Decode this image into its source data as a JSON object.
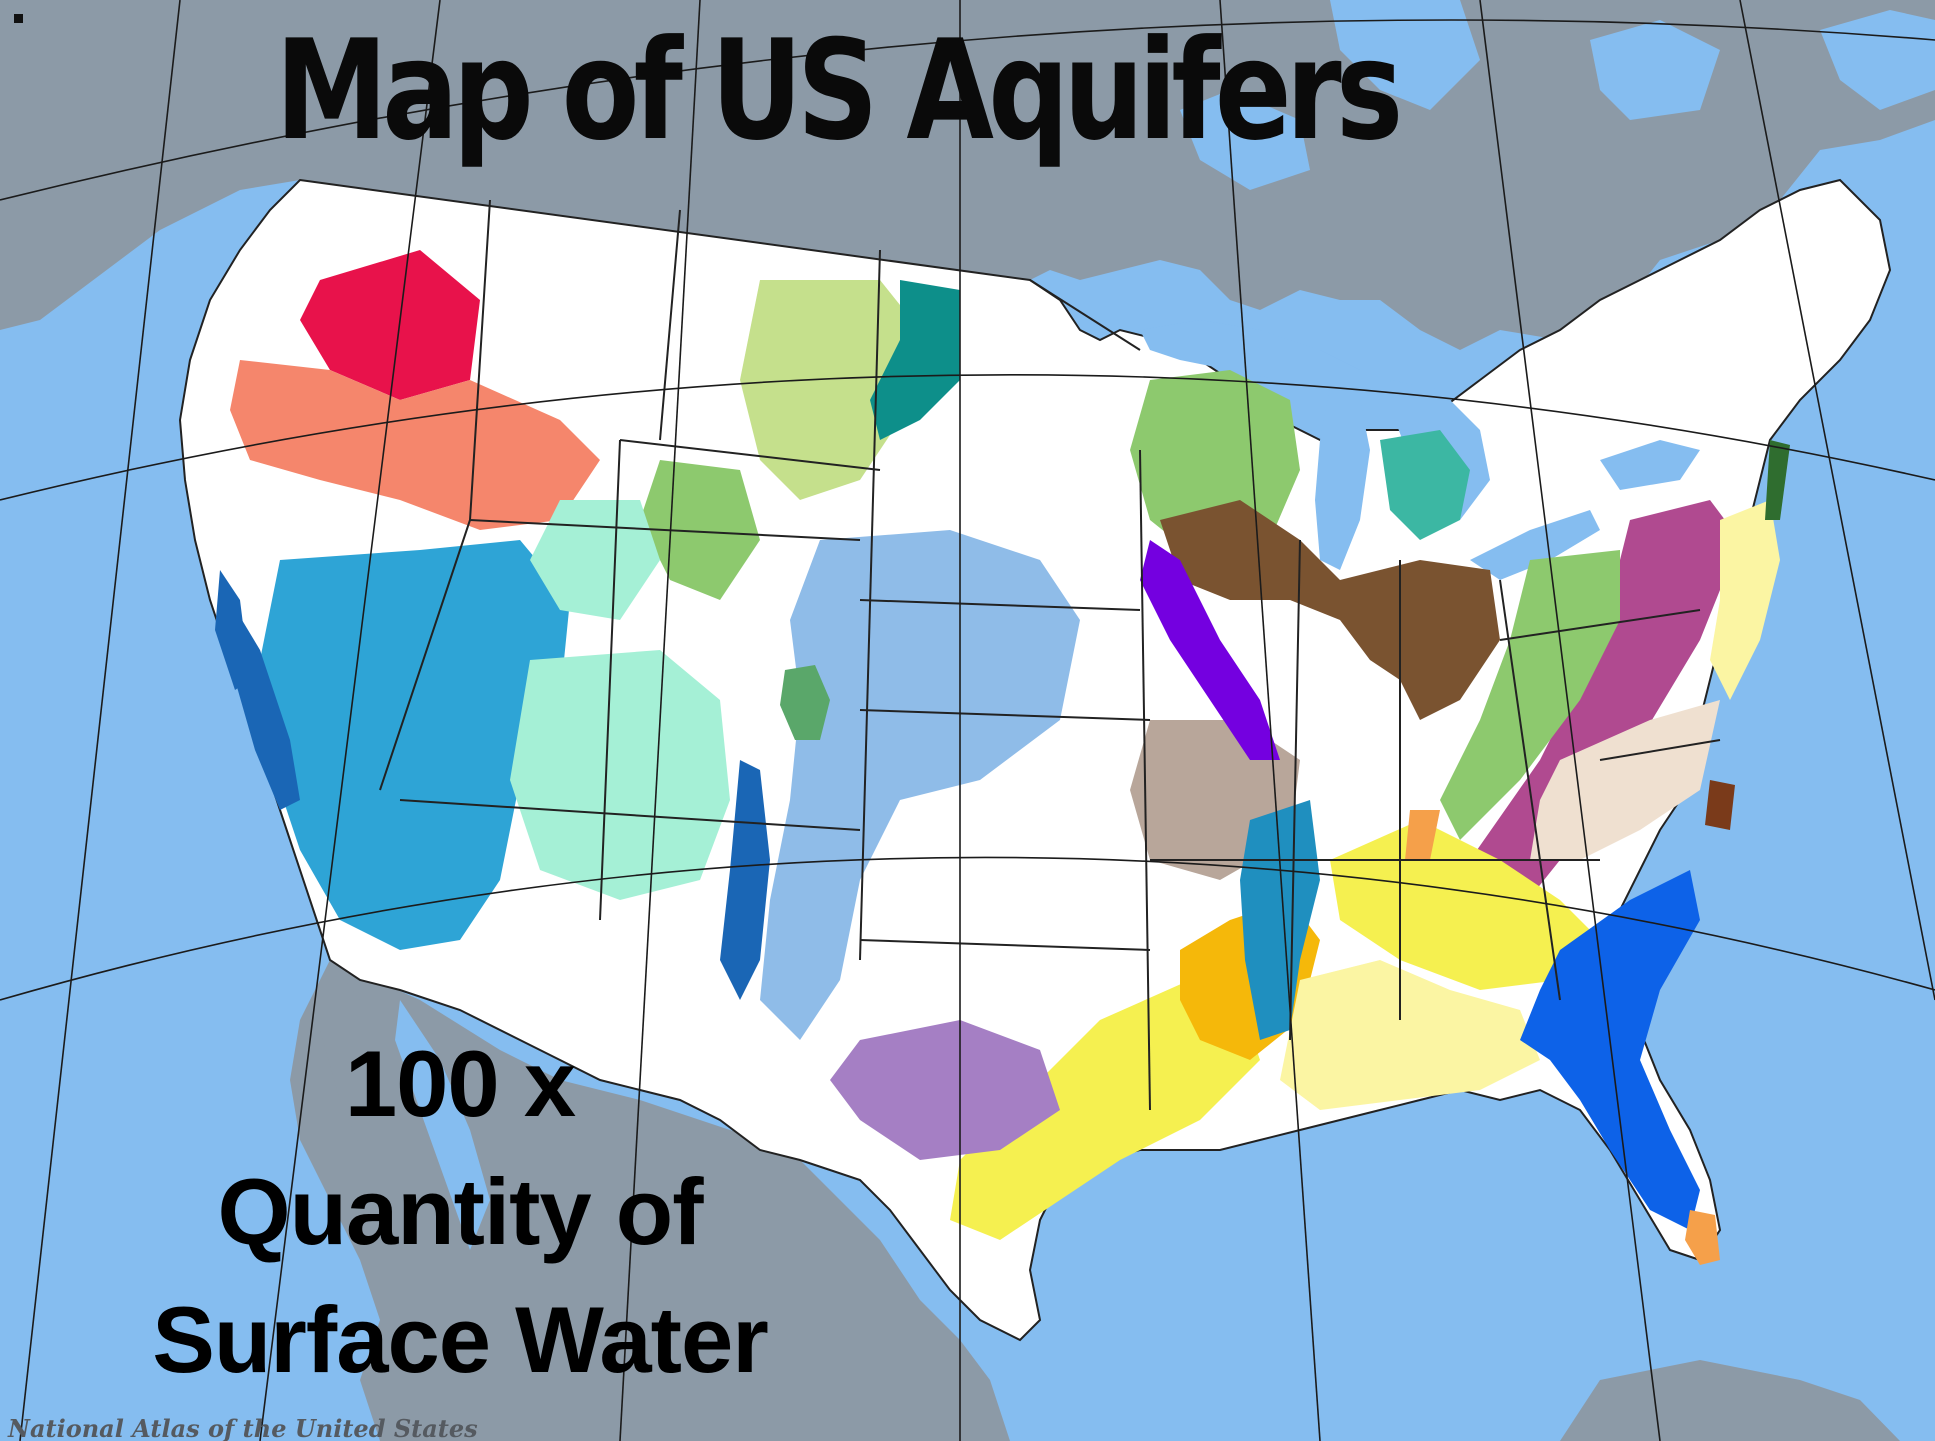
{
  "title": "Map of US Aquifers",
  "caption": {
    "line1": "100 x",
    "line2": "Quantity of",
    "line3": "Surface Water"
  },
  "credit": "National Atlas of the United States",
  "colors": {
    "ocean": "#85bdf0",
    "foreign_land": "#8c9aa7",
    "us_land": "#ffffff",
    "graticule": "#1b1b1b",
    "state_border": "#222222"
  },
  "aquifer_colors": [
    "#e8124b",
    "#f5866c",
    "#2ea4d6",
    "#1a66b5",
    "#a5f0d6",
    "#8fbce8",
    "#c5e08c",
    "#8dc96e",
    "#5aa76a",
    "#0d8f8a",
    "#3cb7a3",
    "#7a5330",
    "#7400e0",
    "#a57fc4",
    "#b8a69a",
    "#f5f050",
    "#f5b80a",
    "#1f8fbf",
    "#fbf5a3",
    "#0d62e8",
    "#f5a04a",
    "#efe0d0",
    "#2f6d2f",
    "#b04a90"
  ]
}
